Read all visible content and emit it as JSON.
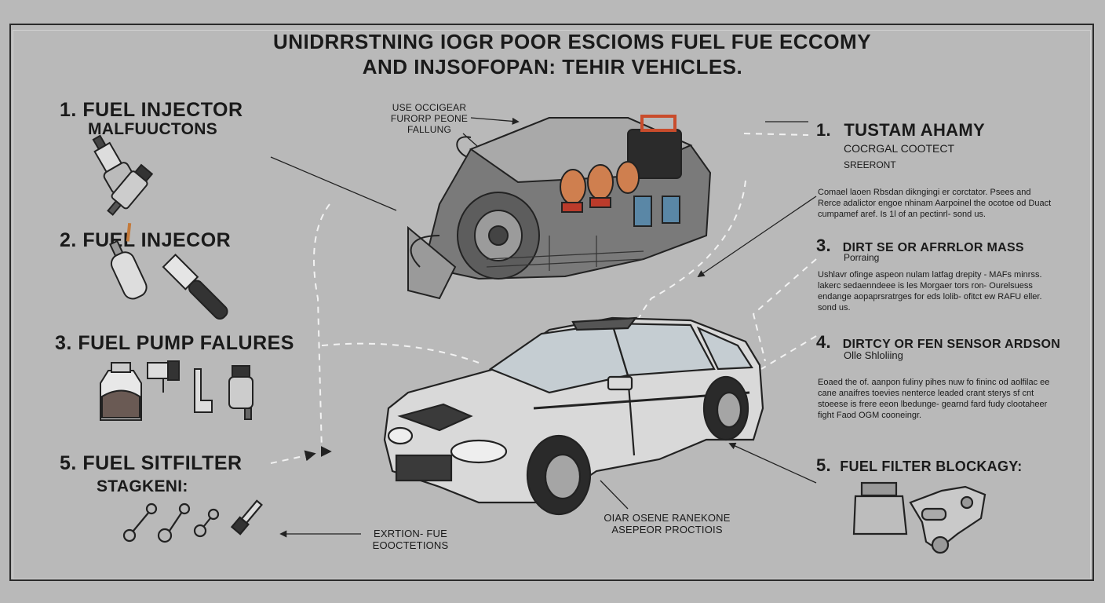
{
  "title": {
    "line1": "UNIDRRSTNING IOGR POOR ESCIOMS FUEL FUE ECCOMY",
    "line2": "AND INJSOFOPAN: TEHIR VEHICLES."
  },
  "left": [
    {
      "num": "1.",
      "heading": "FUEL INJECTOR",
      "sub": "MALFUUCTONS"
    },
    {
      "num": "2.",
      "heading": "FUEL INJECOR",
      "sub": ""
    },
    {
      "num": "3.",
      "heading": "FUEL PUMP FALURES",
      "sub": ""
    },
    {
      "num": "5.",
      "heading": "FUEL SITFILTER",
      "sub": "STAGKENI:"
    }
  ],
  "right": [
    {
      "num": "1.",
      "heading": "TUSTAM AHAMY",
      "sub1": "COCRGAL COOTECT",
      "sub2": "SREERONT",
      "body": "Comael laoen Rbsdan dikngingi er corctator. Psees and Rerce adalictor engoe nhinam Aarpoinel the ocotoe od Duact cumpamef aref. Is 1l of an pectinrl- sond us."
    },
    {
      "num": "3.",
      "heading": "DIRT SE OR AFRRLOR MASS",
      "sub1": "Porraing",
      "body": "Ushlavr ofinge aspeon nulam latfag drepity - MAFs minrss. lakerc sedaenndeee is les Morgaer tors ron- Ourelsuess endange aopaprsratrges for eds lolib- ofitct ew RAFU eller. sond us."
    },
    {
      "num": "4.",
      "heading": "DIRTCY OR FEN SENSOR ARDSON",
      "sub1": "Olle Shloliing",
      "body": "Eoaed the of. aanpon fuliny pihes nuw fo fininc od aolfilac ee cane anaifres toevies nenterce leaded crant sterys sf cnt stoeese is frere eeon lbedunge- gearnd fard fudy clootaheer fight Faod OGM cooneingr."
    },
    {
      "num": "5.",
      "heading": "FUEL FILTER BLOCKAGY:"
    }
  ],
  "callouts": {
    "engine": [
      "USE OCCIGEAR",
      "FURORP PEONE",
      "FALLUNG"
    ],
    "exhaust": [
      "EXRTION- FUE",
      "EOOCTETIONS"
    ],
    "sensor": [
      "OIAR OSENE RANEKONE",
      "ASEPEOR PROCTIOIS"
    ]
  },
  "icons": {
    "engine": "engine-illustration",
    "car": "sedan-car-illustration",
    "injector": "fuel-injector-icon",
    "pump": "fuel-pump-icon",
    "tools": "wrench-tools-icon",
    "filter": "fuel-filter-icon"
  }
}
